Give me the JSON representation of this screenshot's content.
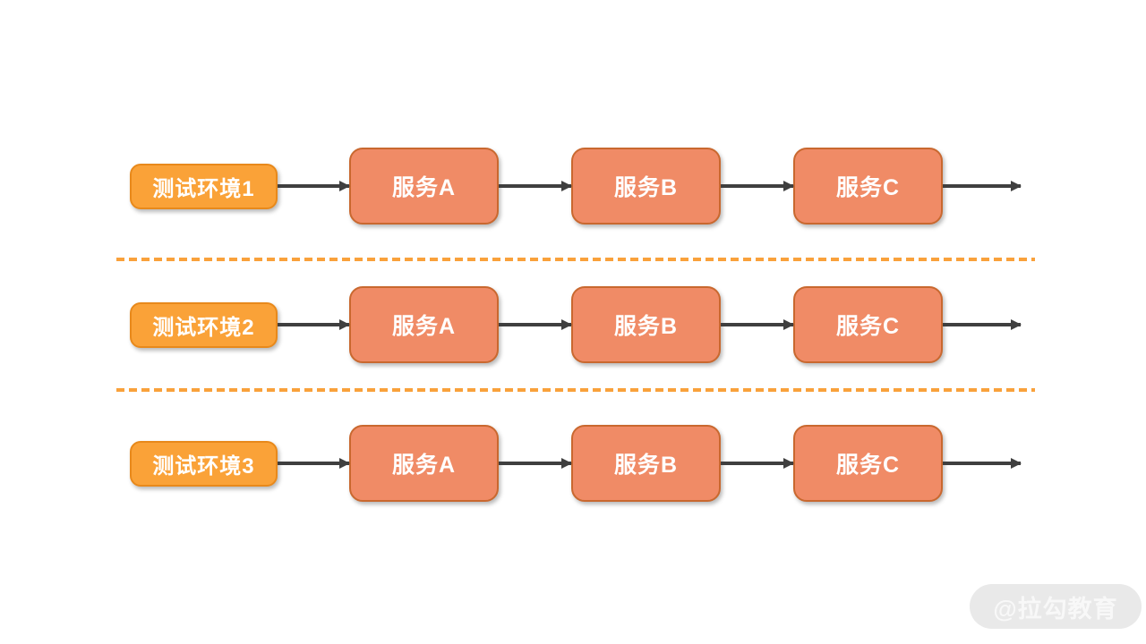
{
  "diagram": {
    "rows": [
      {
        "env": "测试环境1",
        "services": [
          "服务A",
          "服务B",
          "服务C"
        ]
      },
      {
        "env": "测试环境2",
        "services": [
          "服务A",
          "服务B",
          "服务C"
        ]
      },
      {
        "env": "测试环境3",
        "services": [
          "服务A",
          "服务B",
          "服务C"
        ]
      }
    ],
    "separator_count": 2,
    "watermark": "@拉勾教育",
    "colors": {
      "env_fill": "#FAA238",
      "env_border": "#E8891B",
      "service_fill": "#F08B66",
      "service_border": "#C9682F",
      "arrow": "#3F3F3F",
      "separator_dash": "#F9A13B",
      "watermark_bg": "#E9E9E9",
      "watermark_text": "#F8F8F8",
      "box_text": "#FFFFFF",
      "background": "#FFFFFF"
    }
  }
}
